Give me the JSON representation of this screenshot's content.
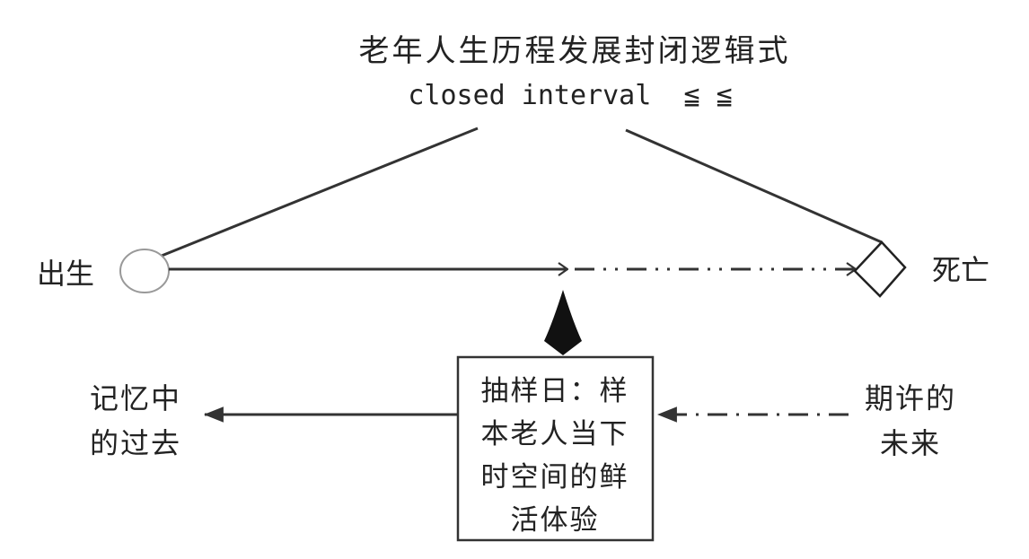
{
  "title": {
    "line1": "老年人生历程发展封闭逻辑式",
    "line2": "closed interval  ≦ ≦"
  },
  "timeline": {
    "start_label": "出生",
    "end_label": "死亡"
  },
  "center_box": {
    "lines": [
      "抽样日：样",
      "本老人当下",
      "时空间的鲜",
      "活体验"
    ]
  },
  "past": {
    "lines": [
      "记忆中",
      "的过去"
    ]
  },
  "future": {
    "lines": [
      "期许的",
      "未来"
    ]
  },
  "colors": {
    "stroke": "#333333",
    "text": "#222222",
    "circle": "#999999"
  }
}
